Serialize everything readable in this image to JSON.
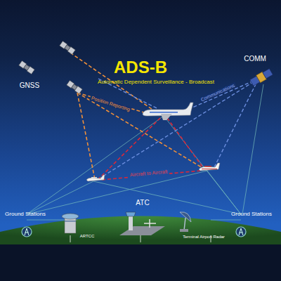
{
  "diagram": {
    "title": "ADS-B",
    "labels": [
      "Automatic Dependent Surveillance - Broadcast",
      "GNSS",
      "COMM",
      "Position Reporting",
      "Communications",
      "Aircraft to Aircraft",
      "Ground Stations",
      "Ground Stations",
      "ATC",
      "ARTCC",
      "Terminal Airport Radar"
    ]
  }
}
